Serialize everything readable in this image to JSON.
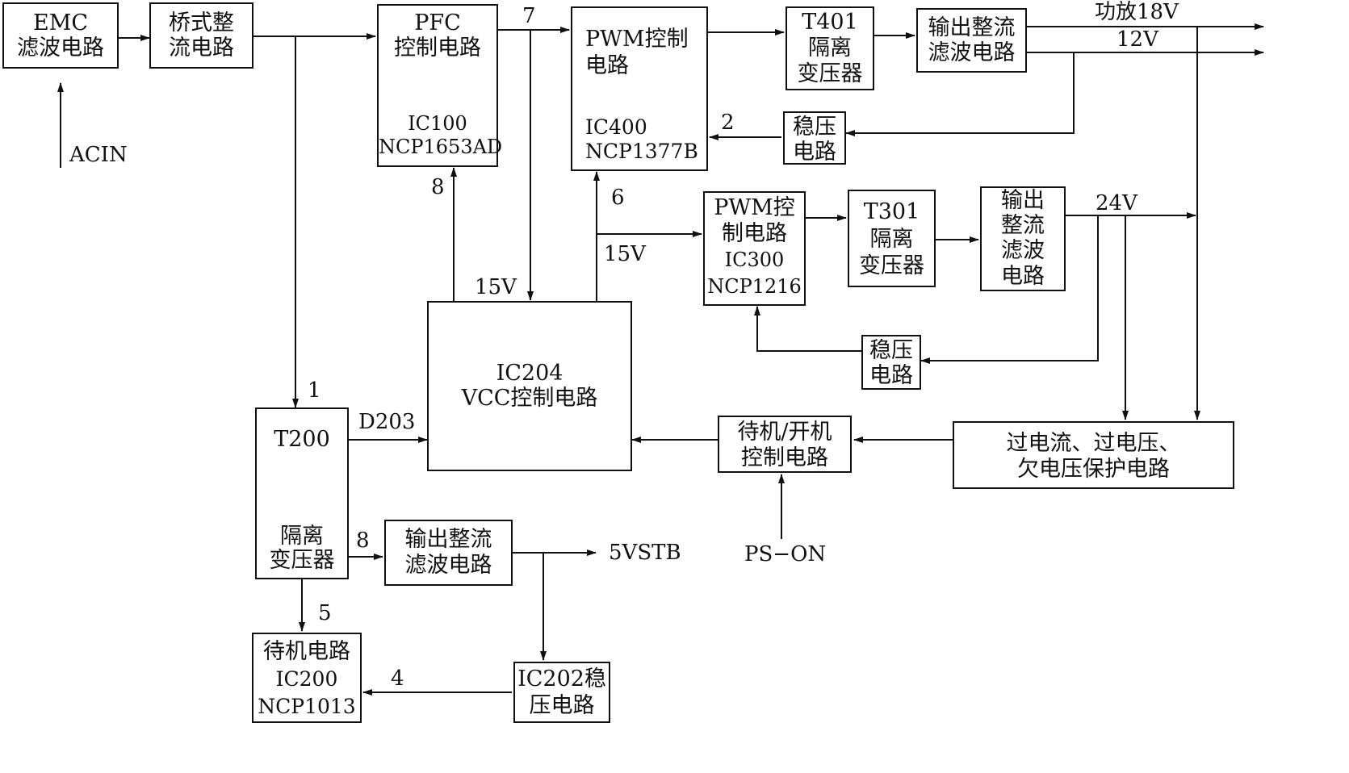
{
  "blocks": {
    "emc": {
      "line1": "EMC",
      "line2": "滤波电路"
    },
    "bridge": {
      "line1": "桥式整",
      "line2": "流电路"
    },
    "pfc": {
      "line1": "PFC",
      "line2": "控制电路",
      "ic": "IC100",
      "part": "NCP1653AD"
    },
    "pwm400": {
      "line1": "PWM控制",
      "line2": "电路",
      "ic": "IC400",
      "part": "NCP1377B"
    },
    "t401": {
      "line1": "T401",
      "line2": "隔离",
      "line3": "变压器"
    },
    "out401": {
      "line1": "输出整流",
      "line2": "滤波电路"
    },
    "reg400": {
      "line1": "稳压",
      "line2": "电路"
    },
    "pwm300": {
      "line1": "PWM控",
      "line2": "制电路",
      "line3": "IC300",
      "line4": "NCP1216"
    },
    "t301": {
      "line1": "T301",
      "line2": "隔离",
      "line3": "变压器"
    },
    "out301": {
      "line1": "输出",
      "line2": "整流",
      "line3": "滤波",
      "line4": "电路"
    },
    "reg300": {
      "line1": "稳压",
      "line2": "电路"
    },
    "ic204": {
      "line1": "IC204",
      "line2": "VCC控制电路"
    },
    "t200": {
      "line1": "T200",
      "line2": "隔离",
      "line3": "变压器"
    },
    "out200": {
      "line1": "输出整流",
      "line2": "滤波电路"
    },
    "standby_ctl": {
      "line1": "待机/开机",
      "line2": "控制电路"
    },
    "protect": {
      "line1": "过电流、过电压、",
      "line2": "欠电压保护电路"
    },
    "standby": {
      "line1": "待机电路",
      "line2": "IC200",
      "line3": "NCP1013"
    },
    "ic202": {
      "line1": "IC202稳",
      "line2": "压电路"
    }
  },
  "labels": {
    "acin": "ACIN",
    "pin7": "7",
    "amp18v": "功放18V",
    "v12": "12V",
    "pin2": "2",
    "pin8_top": "8",
    "pin6": "6",
    "v15_right": "15V",
    "v15_left": "15V",
    "v24": "24V",
    "pin1": "1",
    "d203": "D203",
    "pin8_bottom": "8",
    "v5stb": "5VSTB",
    "pin5": "5",
    "pin4": "4",
    "ps_on": "PS−ON"
  }
}
